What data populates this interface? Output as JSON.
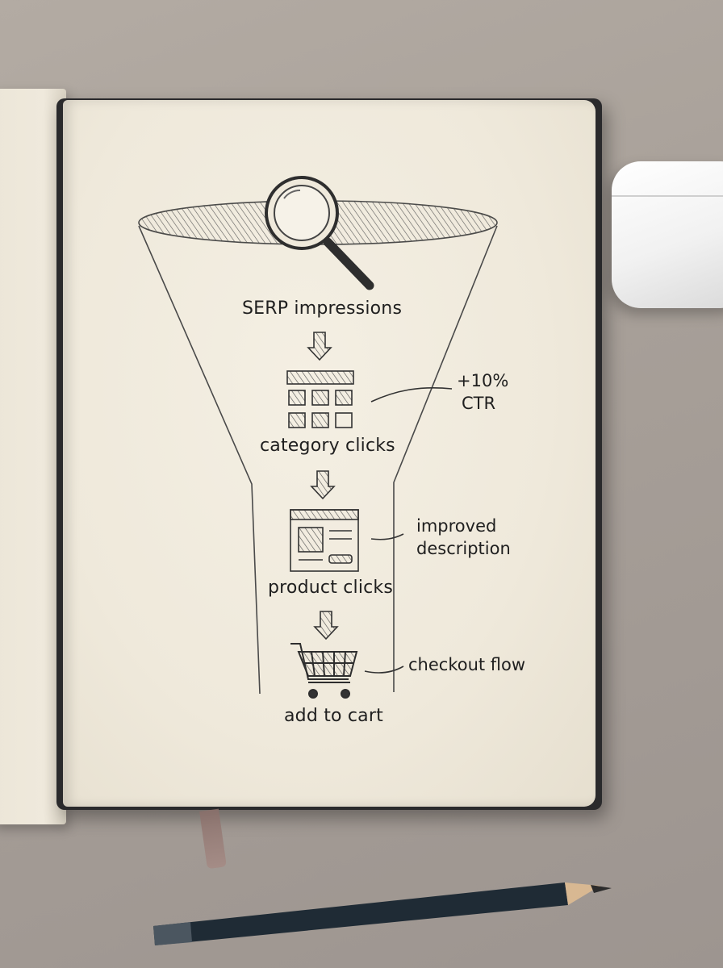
{
  "funnel": {
    "stages": [
      {
        "label": "SERP impressions",
        "icon": "magnifying-glass-icon"
      },
      {
        "label": "category clicks",
        "icon": "category-grid-icon"
      },
      {
        "label": "product clicks",
        "icon": "product-page-icon"
      },
      {
        "label": "add to cart",
        "icon": "shopping-cart-icon"
      }
    ],
    "annotations": {
      "ctr_line1": "+10%",
      "ctr_line2": "CTR",
      "desc_line1": "improved",
      "desc_line2": "description",
      "checkout": "checkout flow"
    }
  },
  "colors": {
    "paper": "#efe9db",
    "pencil": "#3a3a3a",
    "desk": "#a8a099"
  }
}
